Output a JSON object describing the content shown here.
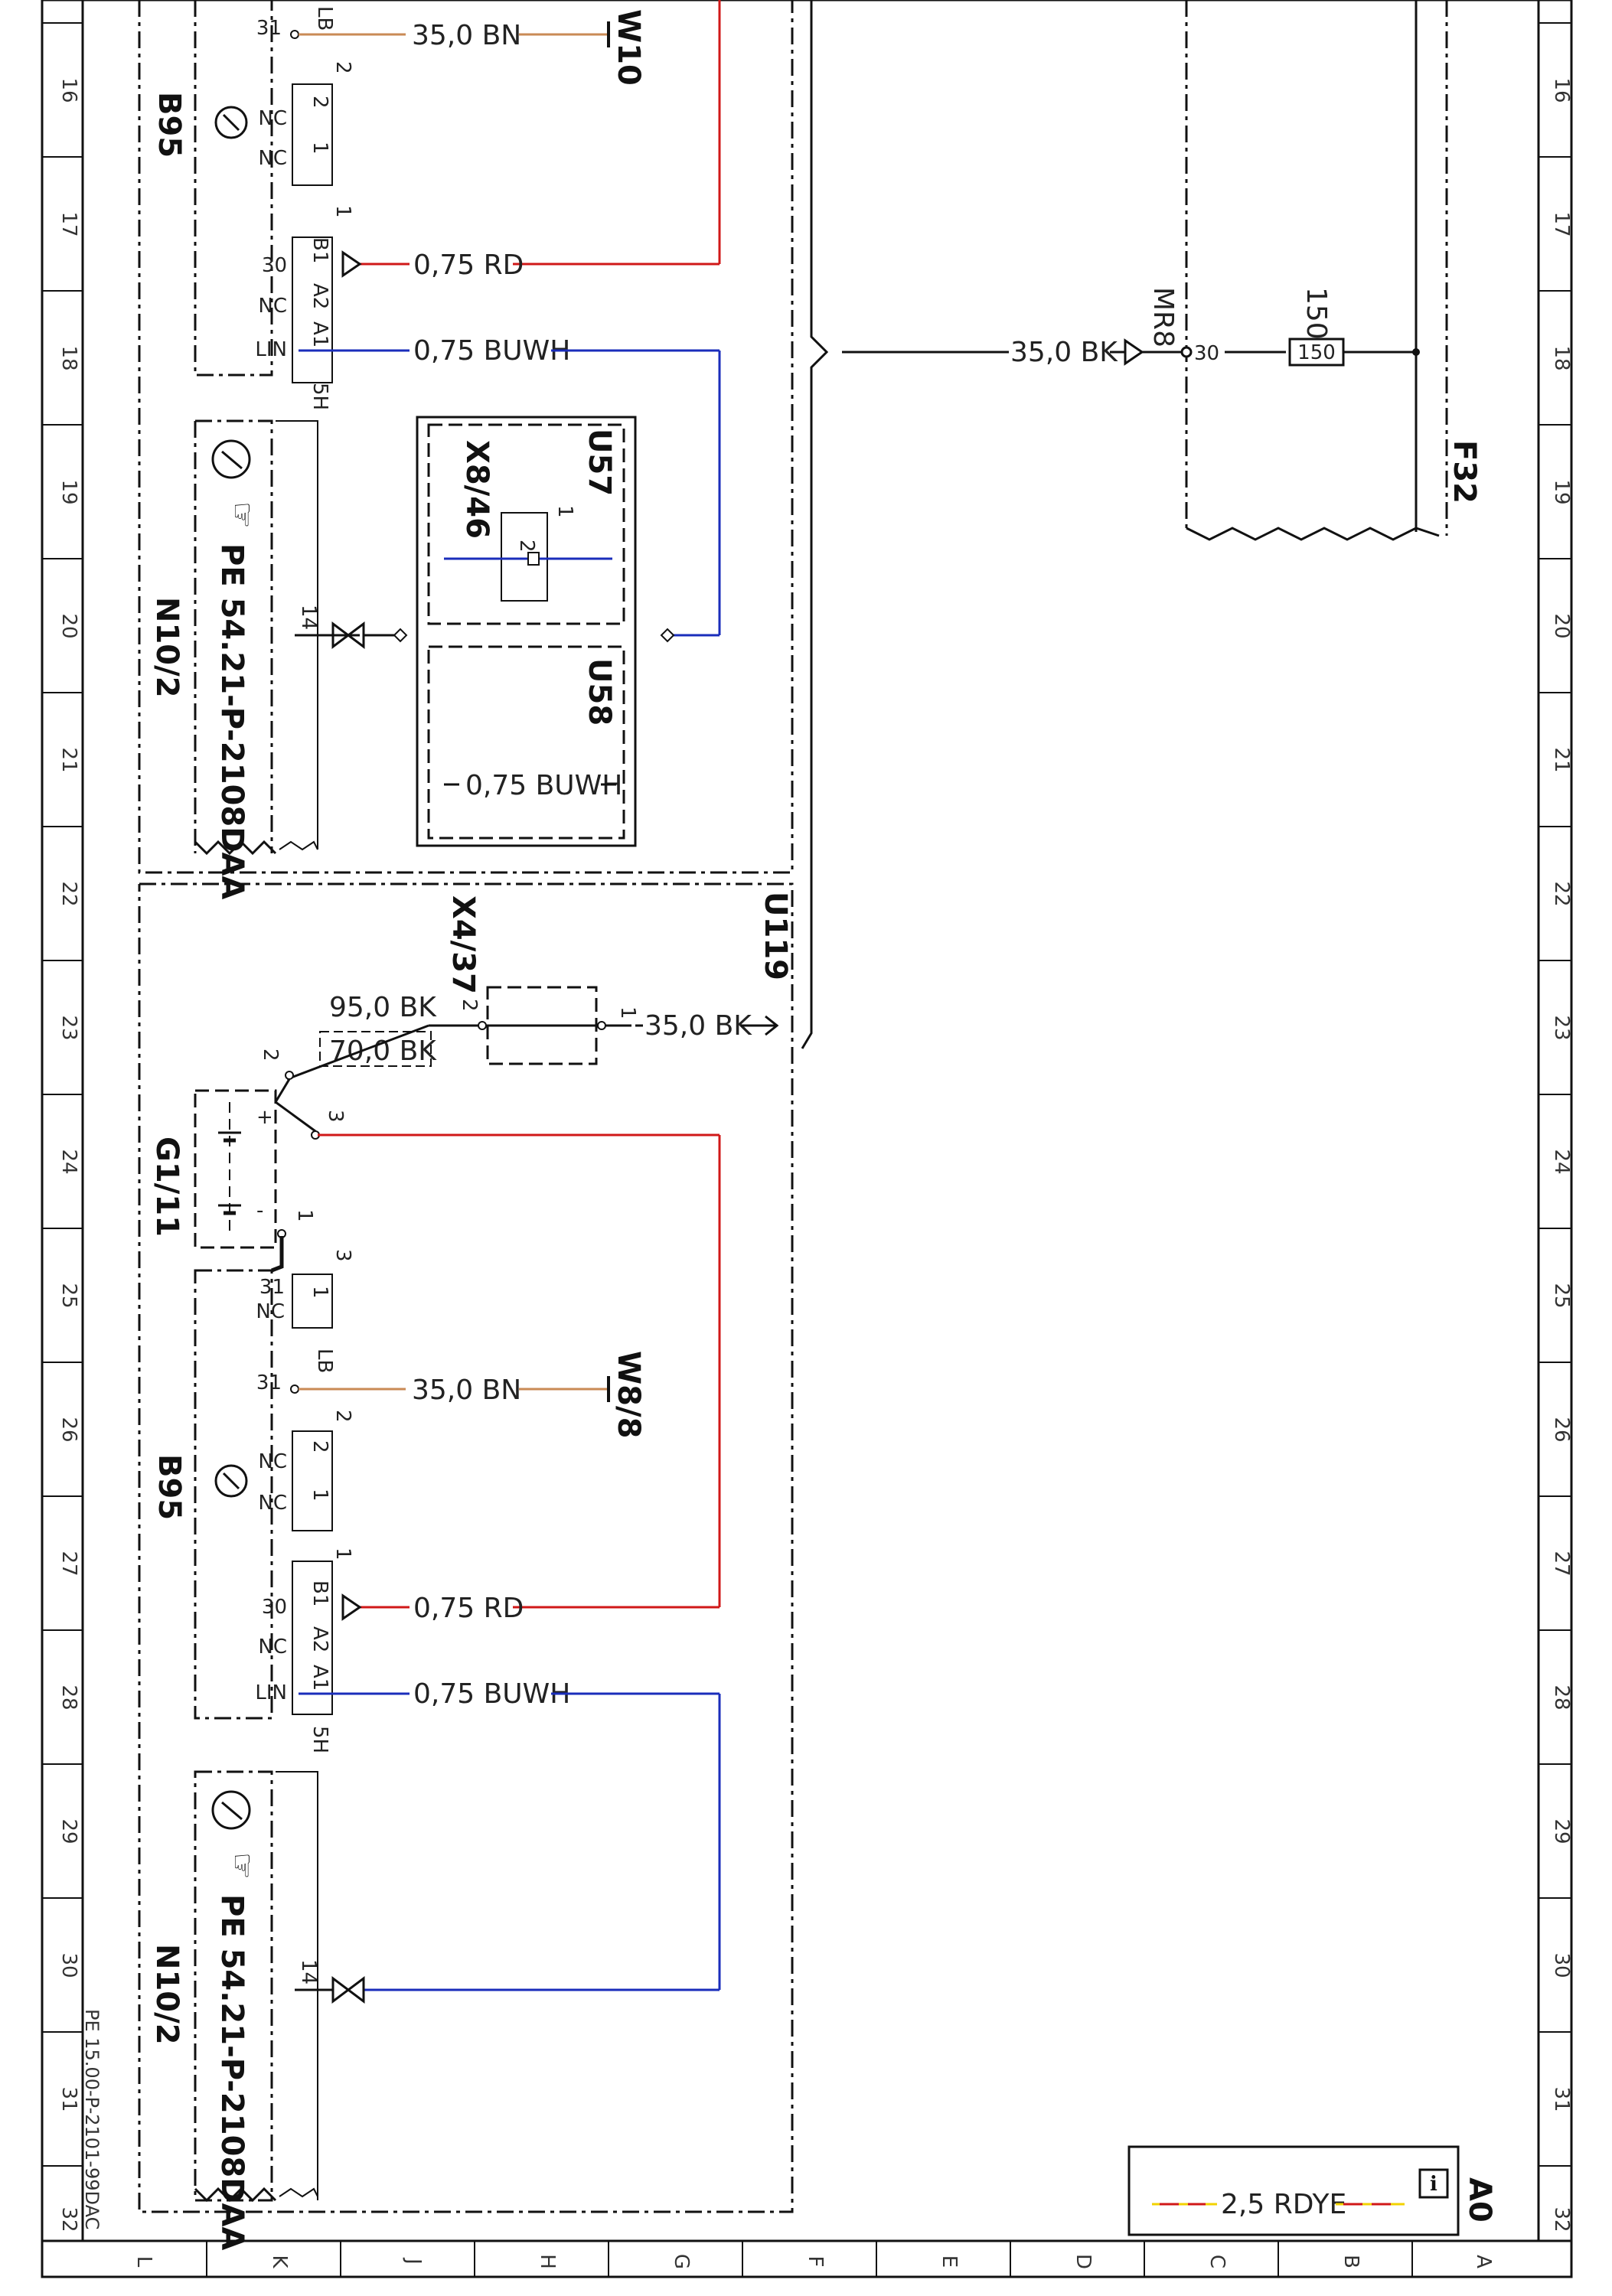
{
  "colors": {
    "red": "#d01818",
    "blue": "#1a2dbb",
    "brown": "#c98a55",
    "black": "#111111",
    "yellow": "#f2d200"
  },
  "grid": {
    "rows": [
      "16",
      "17",
      "18",
      "19",
      "20",
      "21",
      "22",
      "23",
      "24",
      "25",
      "26",
      "27",
      "28",
      "29",
      "30",
      "31",
      "32"
    ],
    "cols": [
      "L",
      "K",
      "J",
      "H",
      "G",
      "F",
      "E",
      "D",
      "C",
      "B",
      "A"
    ]
  },
  "doc_ref": "PE 15.00-P-2101-99DAC",
  "legend_wire": "2,5 RDYE",
  "legend_id": "A0",
  "upper": {
    "w10": "W10",
    "b95": "B95",
    "n10": "N10/2",
    "pe_ref": "PE 54.21-P-2108DAA",
    "wire_bn": "35,0 BN",
    "wire_rd": "0,75 RD",
    "wire_buwh": "0,75 BUWH",
    "pin_lb": "LB",
    "pin_31": "31",
    "pin_2": "2",
    "pin_nc": "NC",
    "pin_1": "1",
    "pin_30": "30",
    "pin_b1": "B1",
    "pin_a2": "A2",
    "pin_a1": "A1",
    "pin_lin": "LIN",
    "pin_5h": "5H",
    "pin_14": "14"
  },
  "mid": {
    "u57": "U57",
    "u58": "U58",
    "x846": "X8/46",
    "u58_wire": "0,75 BUWH",
    "x846_pin1": "1",
    "x846_pin2": "2"
  },
  "right": {
    "f32": "F32",
    "mr8": "MR8",
    "fuse": "150",
    "fuse_label": "150",
    "wire_bk": "35,0 BK",
    "pin_30": "30"
  },
  "lower": {
    "u119": "U119",
    "x437": "X4/37",
    "g1": "G1/11",
    "w88": "W8/8",
    "b95": "B95",
    "n10": "N10/2",
    "pe_ref": "PE 54.21-P-2108DAA",
    "wire_95bk": "95,0 BK",
    "wire_70bk": "70,0 BK",
    "wire_35bk": "35,0 BK",
    "wire_bn": "35,0 BN",
    "wire_rd": "0,75 RD",
    "wire_buwh": "0,75 BUWH",
    "pin_2": "2",
    "pin_1": "1",
    "pin_3": "3",
    "pin_plus": "+",
    "pin_minus": "-",
    "pin_31": "31",
    "pin_nc": "NC",
    "pin_lb": "LB",
    "pin_30": "30",
    "pin_b1": "B1",
    "pin_a2": "A2",
    "pin_a1": "A1",
    "pin_lin": "LIN",
    "pin_5h": "5H",
    "pin_14": "14"
  }
}
